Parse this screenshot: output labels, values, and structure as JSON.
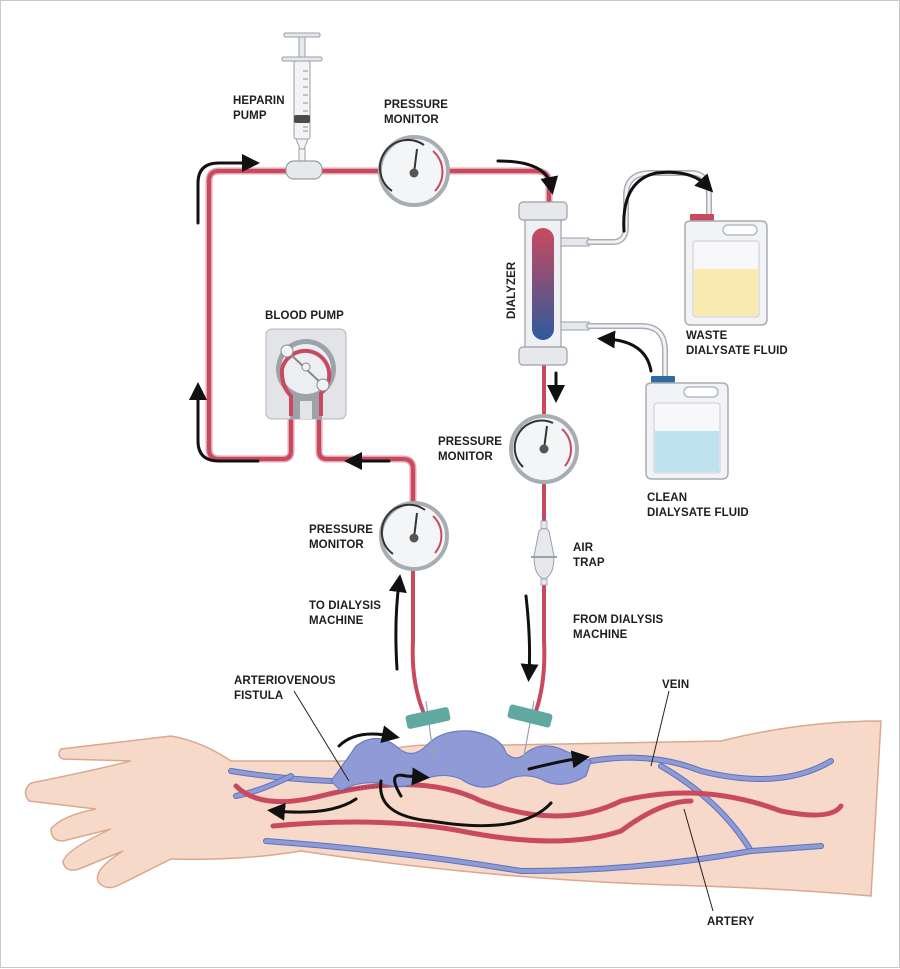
{
  "diagram": {
    "title": "Hemodialysis circuit",
    "colors": {
      "blood_line": "#c94a5f",
      "vein": "#7b8fd1",
      "artery": "#c94a5f",
      "skin": "#f7d9c9",
      "skin_outline": "#d9a98f",
      "fistula": "#8e9bd6",
      "needle_hub": "#5fa9a0",
      "waste_fluid": "#fbeab0",
      "clean_fluid": "#bfe2f1",
      "waste_cap": "#c94a5f",
      "clean_cap": "#2f6aa3",
      "arrow": "#111111",
      "device_gray": "#e6e8ec"
    },
    "labels": {
      "heparin_pump": [
        "HEPARIN",
        "PUMP"
      ],
      "pressure_monitor_top": [
        "PRESSURE",
        "MONITOR"
      ],
      "dialyzer": "DIALYZER",
      "waste_fluid": [
        "WASTE",
        "DIALYSATE FLUID"
      ],
      "blood_pump": "BLOOD PUMP",
      "pressure_monitor_right": [
        "PRESSURE",
        "MONITOR"
      ],
      "clean_fluid": [
        "CLEAN",
        "DIALYSATE FLUID"
      ],
      "pressure_monitor_left": [
        "PRESSURE",
        "MONITOR"
      ],
      "air_trap": [
        "AIR",
        "TRAP"
      ],
      "to_machine": [
        "TO DIALYSIS",
        "MACHINE"
      ],
      "from_machine": [
        "FROM DIALYSIS",
        "MACHINE"
      ],
      "fistula": [
        "ARTERIOVENOUS",
        "FISTULA"
      ],
      "vein": "VEIN",
      "artery": "ARTERY"
    }
  }
}
